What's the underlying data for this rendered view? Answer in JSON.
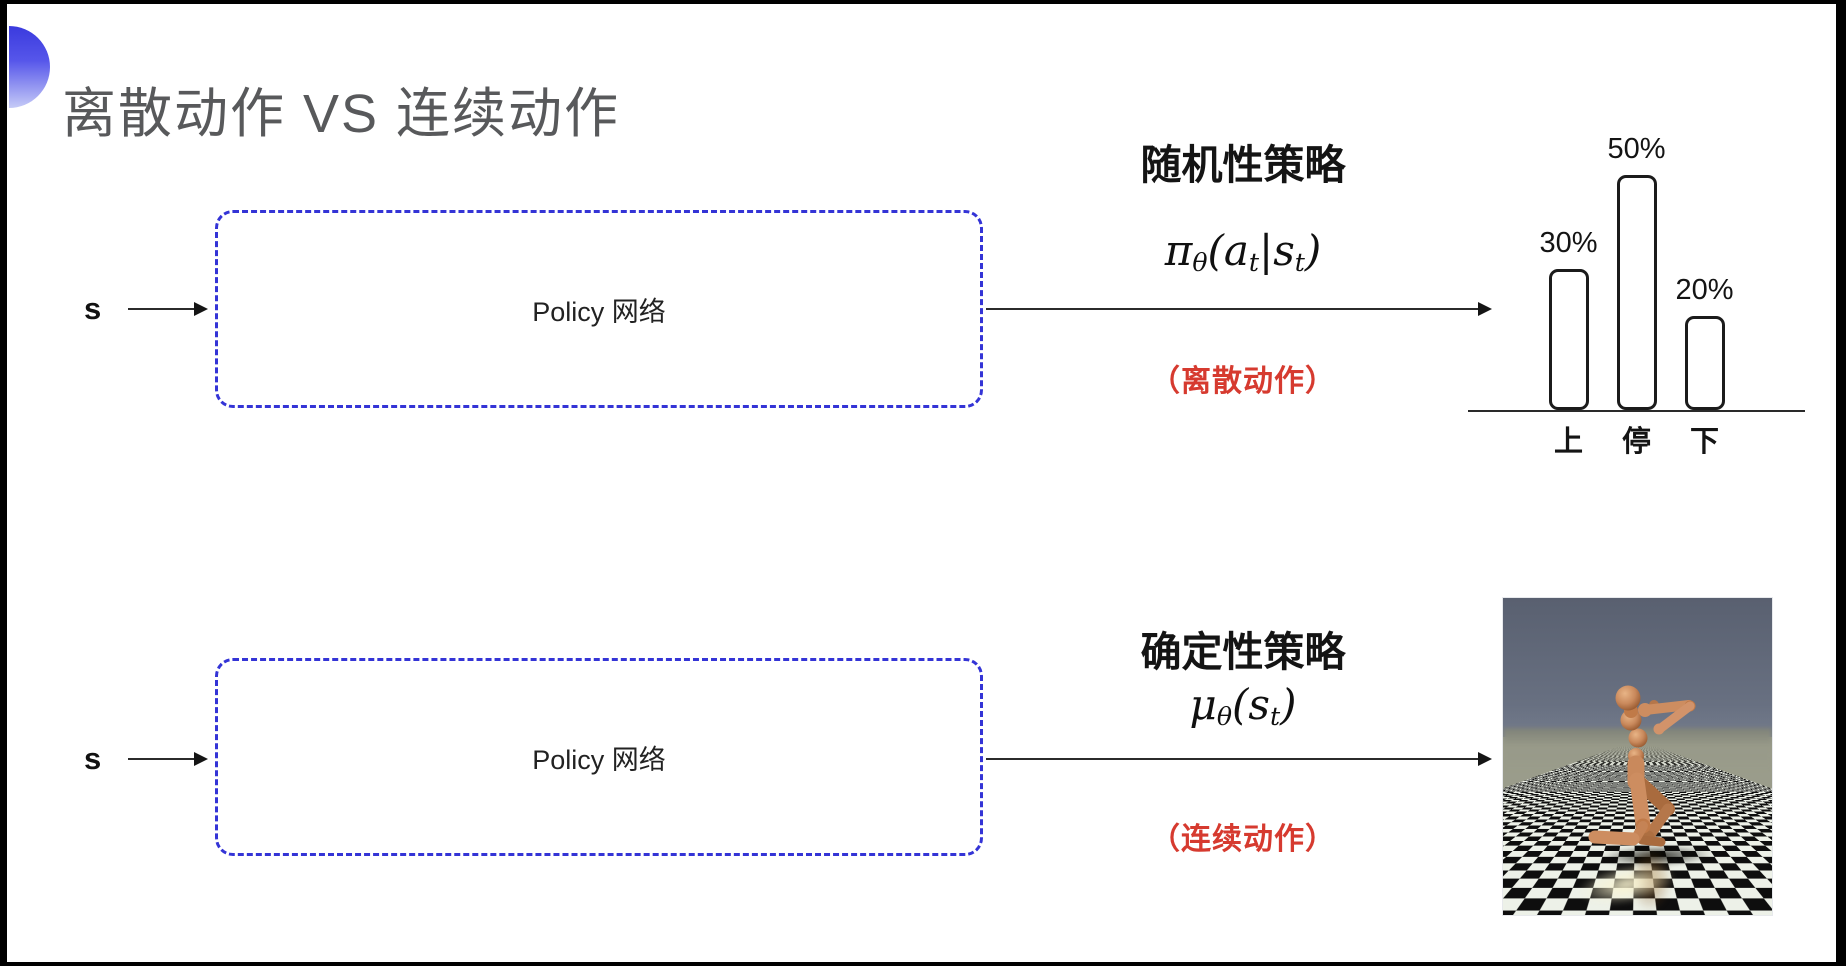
{
  "slide": {
    "title": "离散动作 VS 连续动作"
  },
  "colors": {
    "accent_blue_dashed": "#3434d6",
    "alert_red": "#d63a2f",
    "title_gray": "#58595b",
    "line_black": "#2b2b2b",
    "sim_sky": "#687081",
    "humanoid_skin": "#c9895c"
  },
  "icons": {
    "bullet": "half-disc-gradient-icon"
  },
  "top_flow": {
    "input": "s",
    "network": "Policy 网络",
    "policy_name": "随机性策略",
    "formula": {
      "sym": "π",
      "sym_sub": "θ",
      "open": "(",
      "arg1": "a",
      "sub1": "t",
      "pipe": "|",
      "arg2": "s",
      "sub2": "t",
      "close": ")"
    },
    "action_note": "（离散动作）"
  },
  "bottom_flow": {
    "input": "s",
    "network": "Policy 网络",
    "policy_name": "确定性策略",
    "formula": {
      "sym": "μ",
      "sym_sub": "θ",
      "open": "(",
      "arg": "s",
      "sub": "t",
      "close": ")"
    },
    "action_note": "（连续动作）"
  },
  "chart_data": {
    "type": "bar",
    "categories": [
      "上",
      "停",
      "下"
    ],
    "values": [
      30,
      50,
      20
    ],
    "value_labels": [
      "30%",
      "50%",
      "20%"
    ],
    "title": "",
    "xlabel": "",
    "ylabel": "",
    "ylim": [
      0,
      55
    ],
    "grid": false,
    "legend": false,
    "bar_style": "outlined-rounded-white"
  },
  "simulation_image": {
    "alt": "MuJoCo humanoid robot running on black-and-white checkerboard floor"
  }
}
